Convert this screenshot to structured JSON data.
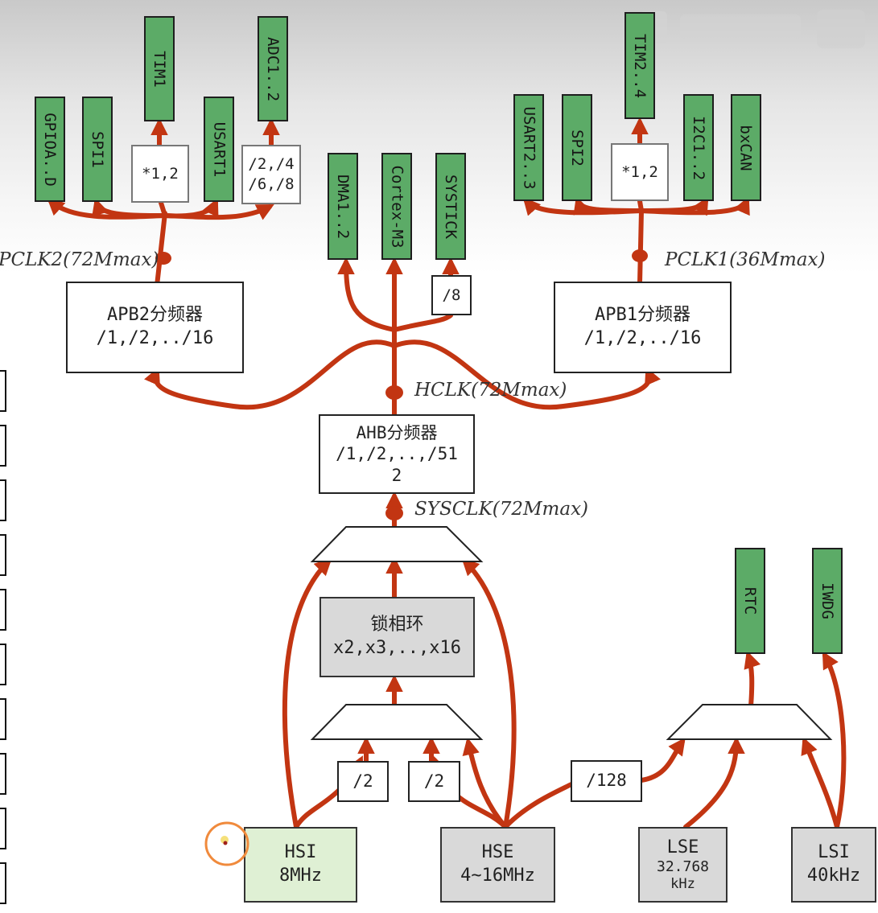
{
  "labels": {
    "pclk2": "PCLK2(72Mmax)",
    "pclk1": "PCLK1(36Mmax)",
    "hclk": "HCLK(72Mmax)",
    "sysclk": "SYSCLK(72Mmax)"
  },
  "apb2": {
    "title": "APB2分频器",
    "ratios": "/1,/2,../16"
  },
  "apb1": {
    "title": "APB1分频器",
    "ratios": "/1,/2,../16"
  },
  "ahb": {
    "title": "AHB分频器",
    "ratios": "/1,/2,..,/51",
    "ratios_wrap": "2"
  },
  "pll": {
    "title": "锁相环",
    "ratios": "x2,x3,..,x16"
  },
  "apb2_peripherals": {
    "gpio": "GPIOA..D",
    "spi1": "SPI1",
    "tim1": "TIM1",
    "tim1_mult": "*1,2",
    "usart1": "USART1",
    "adc": "ADC1..2",
    "adc_prescaler_line1": "/2,/4",
    "adc_prescaler_line2": "/6,/8"
  },
  "ahb_peripherals": {
    "dma": "DMA1..2",
    "cortex": "Cortex-M3",
    "systick": "SYSTICK",
    "systick_div": "/8"
  },
  "apb1_peripherals": {
    "usart23": "USART2..3",
    "spi2": "SPI2",
    "tim24": "TIM2..4",
    "tim24_mult": "*1,2",
    "i2c": "I2C1..2",
    "bxcan": "bxCAN"
  },
  "dividers": {
    "hsi_div": "/2",
    "hse_div": "/2",
    "hse_rtc_div": "/128"
  },
  "sources": {
    "hsi_name": "HSI",
    "hsi_freq": "8MHz",
    "hse_name": "HSE",
    "hse_freq": "4~16MHz",
    "lse_name": "LSE",
    "lse_freq": "32.768",
    "lse_unit": "kHz",
    "lsi_name": "LSI",
    "lsi_freq": "40kHz"
  },
  "outputs": {
    "rtc": "RTC",
    "iwdg": "IWDG"
  },
  "colors": {
    "wire": "#c23512",
    "peripheral": "#5cab67",
    "source_gray": "#d9d9d9",
    "hsi_fill": "#dff0d4",
    "cursor_ring": "#f08a3c"
  }
}
